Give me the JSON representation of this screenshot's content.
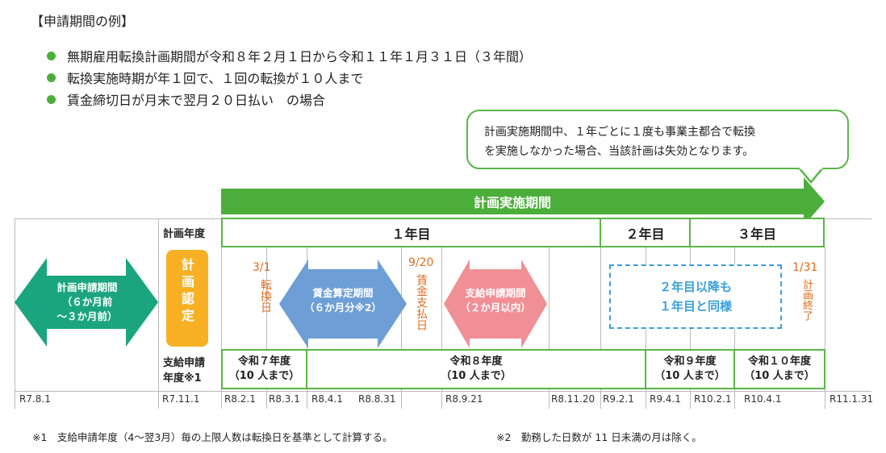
{
  "heading": "【申請期間の例】",
  "bullets": [
    "無期雇用転換計画期間が令和８年２月１日から令和１１年１月３１日（３年間）",
    "転換実施時期が年１回で、１回の転換が１０人まで",
    "賃金締切日が月末で翌月２０日払い　の場合"
  ],
  "callout": {
    "line1": "計画実施期間中、１年ごとに１度も事業主都合で転換",
    "line2": "を実施しなかった場合、当該計画は失効となります。"
  },
  "main_arrow_label": "計画実施期間",
  "row_labels": {
    "plan_year": "計画年度",
    "support_year_1": "支給申請",
    "support_year_2": "年度※1"
  },
  "plan_years": [
    "１年目",
    "２年目",
    "３年目"
  ],
  "application_period": {
    "title": "計画申請期間",
    "sub1": "（６か月前",
    "sub2": "～３か月前）"
  },
  "plan_approval": "計画認定",
  "conversion_date": {
    "date": "3/1",
    "label": "転換日"
  },
  "wage_period": {
    "title": "賃金算定期間",
    "sub": "（６か月分※2）"
  },
  "wage_payday": {
    "date": "9/20",
    "label": "賃金支払日"
  },
  "support_period": {
    "title": "支給申請期間",
    "sub": "（２か月以内）"
  },
  "same_as_first": {
    "line1": "２年目以降も",
    "line2": "１年目と同様"
  },
  "plan_end": {
    "date": "1/31",
    "label": "計画終了"
  },
  "fiscal_years": [
    {
      "year": "令和７年度",
      "limit": "（10 人まで）"
    },
    {
      "year": "令和８年度",
      "limit": "（10 人まで）"
    },
    {
      "year": "令和９年度",
      "limit": "（10 人まで）"
    },
    {
      "year": "令和１０年度",
      "limit": "（10 人まで）"
    }
  ],
  "dates": [
    "R7.8.1",
    "R7.11.1",
    "R8.2.1",
    "R8.3.1",
    "R8.4.1",
    "R8.8.31",
    "R8.9.21",
    "R8.11.20",
    "R9.2.1",
    "R9.4.1",
    "R10.2.1",
    "R10.4.1",
    "R11.1.31"
  ],
  "footnotes": [
    "※1　支給申請年度（4～翌3月）毎の上限人数は転換日を基準として計算する。",
    "※2　勤務した日数が 11 日未満の月は除く。"
  ],
  "colors": {
    "green": "#4cae3a",
    "teal": "#1aa57f",
    "orange": "#f7b024",
    "blue": "#6d9fd6",
    "pink": "#f18f96",
    "accent_orange": "#e06c1e",
    "dashed_blue": "#3aa0d8"
  }
}
